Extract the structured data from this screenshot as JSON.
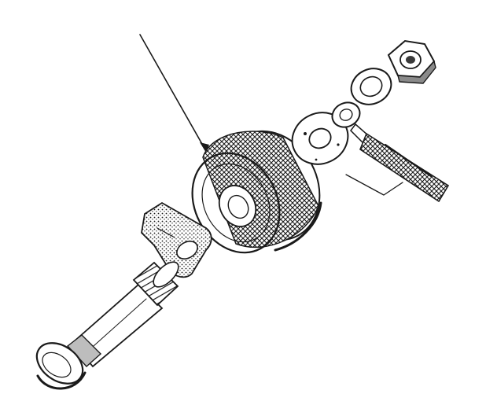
{
  "figure": {
    "kind": "exploded-view line drawing",
    "parts": [
      {
        "id": "leader-arrow",
        "icon": "arrow-leader"
      },
      {
        "id": "knurled-roller",
        "icon": "roller-wheel"
      },
      {
        "id": "washer-large",
        "icon": "flat-washer"
      },
      {
        "id": "ring-terminal",
        "icon": "ring-terminal"
      },
      {
        "id": "washer-small",
        "icon": "flat-washer"
      },
      {
        "id": "hex-nut",
        "icon": "hex-nut"
      },
      {
        "id": "lock-tab",
        "icon": "tab-washer"
      },
      {
        "id": "carriage-bolt",
        "icon": "bolt"
      }
    ],
    "colors": {
      "ink": "#1a1a1a",
      "paper": "#ffffff",
      "shade": "#8a8a8a"
    }
  }
}
